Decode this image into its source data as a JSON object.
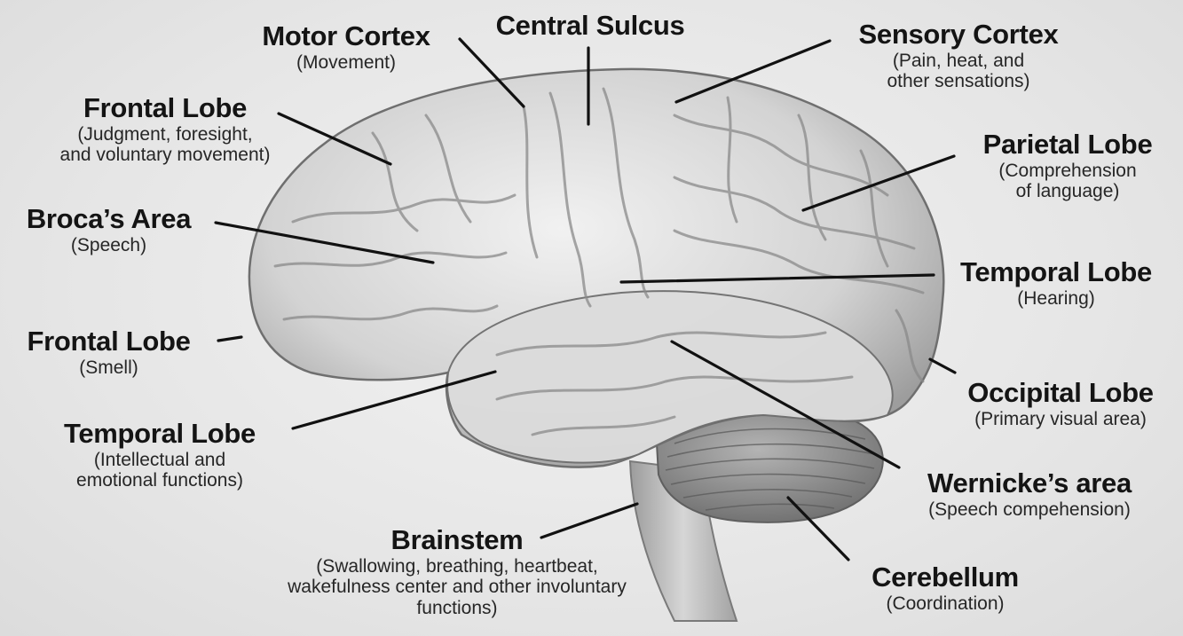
{
  "labels": {
    "motor_cortex": {
      "title": "Motor Cortex",
      "desc": [
        "(Movement)"
      ]
    },
    "central_sulcus": {
      "title": "Central Sulcus",
      "desc": []
    },
    "sensory_cortex": {
      "title": "Sensory Cortex",
      "desc": [
        "(Pain, heat, and",
        "other sensations)"
      ]
    },
    "frontal_lobe_upper": {
      "title": "Frontal Lobe",
      "desc": [
        "(Judgment, foresight,",
        "and voluntary movement)"
      ]
    },
    "parietal_lobe": {
      "title": "Parietal Lobe",
      "desc": [
        "(Comprehension",
        "of language)"
      ]
    },
    "brocas_area": {
      "title": "Broca’s Area",
      "desc": [
        "(Speech)"
      ]
    },
    "temporal_lobe_right": {
      "title": "Temporal Lobe",
      "desc": [
        "(Hearing)"
      ]
    },
    "frontal_lobe_lower": {
      "title": "Frontal Lobe",
      "desc": [
        "(Smell)"
      ]
    },
    "occipital_lobe": {
      "title": "Occipital Lobe",
      "desc": [
        "(Primary visual area)"
      ]
    },
    "temporal_lobe_left": {
      "title": "Temporal Lobe",
      "desc": [
        "(Intellectual and",
        "emotional functions)"
      ]
    },
    "wernickes_area": {
      "title": "Wernicke’s area",
      "desc": [
        "(Speech compehension)"
      ]
    },
    "brainstem": {
      "title": "Brainstem",
      "desc": [
        "(Swallowing, breathing, heartbeat,",
        "wakefulness center and other involuntary",
        "functions)"
      ]
    },
    "cerebellum": {
      "title": "Cerebellum",
      "desc": [
        "(Coordination)"
      ]
    }
  },
  "colors": {
    "cortex": "#d9d9d9",
    "cortex_shadow": "#8c8c8c",
    "cerebellum": "#9a9a9a",
    "brainstem": "#b5b5b5",
    "leader_line": "#111111"
  }
}
